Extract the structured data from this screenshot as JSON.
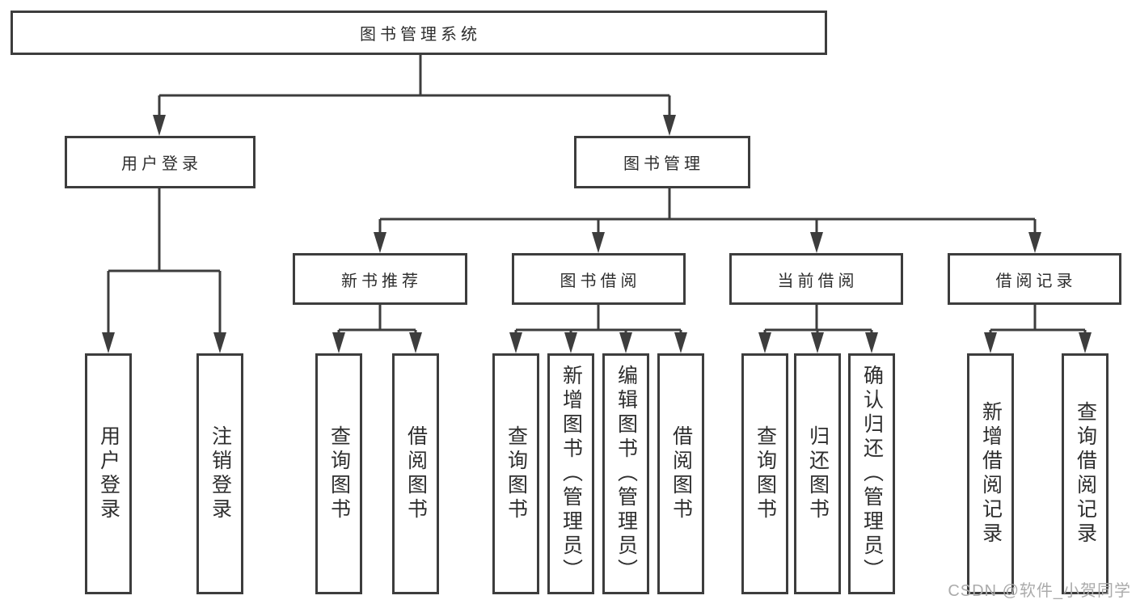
{
  "tree": {
    "root": {
      "label": "图书管理系统"
    },
    "branches": [
      {
        "label": "用户登录",
        "children": [
          {
            "label": "用户登录"
          },
          {
            "label": "注销登录"
          }
        ]
      },
      {
        "label": "图书管理",
        "children": [
          {
            "label": "新书推荐",
            "children": [
              {
                "label": "查询图书"
              },
              {
                "label": "借阅图书"
              }
            ]
          },
          {
            "label": "图书借阅",
            "children": [
              {
                "label": "查询图书"
              },
              {
                "label": "新增图书（管理员）"
              },
              {
                "label": "编辑图书（管理员）"
              },
              {
                "label": "借阅图书"
              }
            ]
          },
          {
            "label": "当前借阅",
            "children": [
              {
                "label": "查询图书"
              },
              {
                "label": "归还图书"
              },
              {
                "label": "确认归还（管理员）"
              }
            ]
          },
          {
            "label": "借阅记录",
            "children": [
              {
                "label": "新增借阅记录"
              },
              {
                "label": "查询借阅记录"
              }
            ]
          }
        ]
      }
    ]
  },
  "watermark": {
    "text": "CSDN @软件_小贺同学"
  },
  "colors": {
    "line": "#3d3d3d",
    "text": "#2e2e2e",
    "watermark": "#ababab",
    "background": "#ffffff"
  }
}
